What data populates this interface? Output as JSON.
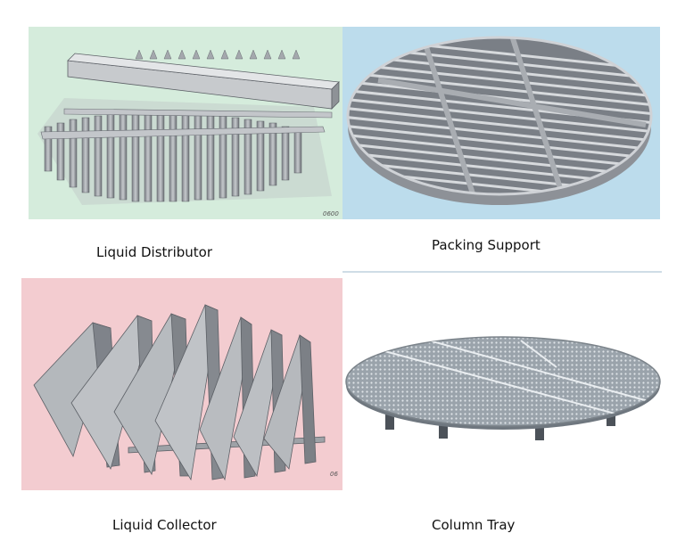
{
  "panels": [
    {
      "id": "liquid-distributor",
      "caption": "Liquid Distributor",
      "background": "#d5ecdc",
      "code": "0600"
    },
    {
      "id": "packing-support",
      "caption": "Packing Support",
      "background": "#bcdcec"
    },
    {
      "id": "liquid-collector",
      "caption": "Liquid Collector",
      "background": "#f3ccd0",
      "code": "06"
    },
    {
      "id": "column-tray",
      "caption": "Column Tray",
      "background": "#ffffff"
    }
  ],
  "colors": {
    "metal_light": "#c9ccd0",
    "metal_mid": "#9ea2a7",
    "metal_dark": "#5f6369",
    "divider": "#cfdde6"
  }
}
